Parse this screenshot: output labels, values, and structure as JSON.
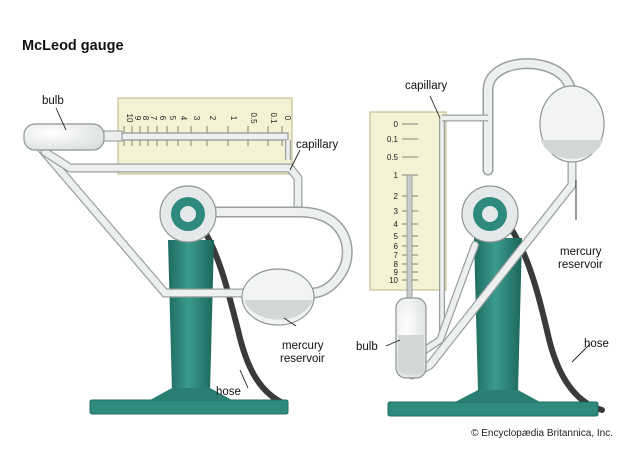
{
  "title": "McLeod gauge",
  "labels": {
    "left_bulb": "bulb",
    "left_capillary": "capillary",
    "left_reservoir_1": "mercury",
    "left_reservoir_2": "reservoir",
    "left_hose": "hose",
    "right_capillary": "capillary",
    "right_reservoir_1": "mercury",
    "right_reservoir_2": "reservoir",
    "right_bulb": "bulb",
    "right_hose": "hose"
  },
  "left_scale_ticks": [
    "10",
    "9",
    "8",
    "7",
    "6",
    "5",
    "4",
    "3",
    "2",
    "1",
    "0.5",
    "0.1",
    "0"
  ],
  "right_scale_ticks": [
    "0",
    "0.1",
    "0.5",
    "1",
    "2",
    "3",
    "4",
    "5",
    "6",
    "7",
    "8",
    "9",
    "10"
  ],
  "credit": "© Encyclopædia Britannica, Inc.",
  "colors": {
    "stand": "#2e8a7c",
    "stand_dark": "#1f6b60",
    "scale_panel": "#f5f2d4",
    "glass": "#eef0f0",
    "glass_edge": "#8f9596",
    "mercury": "#d4d7d7",
    "hose": "#3a3a3a"
  }
}
